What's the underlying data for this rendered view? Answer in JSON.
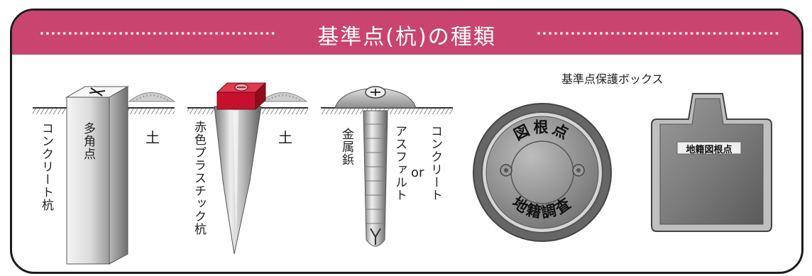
{
  "title": "基準点(杭)の種類",
  "labels": {
    "concrete_pile": "コンクリート杭",
    "polygon_point": "多角点",
    "soil_1": "土",
    "red_plastic_pile": "赤色プラスチック杭",
    "soil_2": "土",
    "metal_rivet": "金属鋲",
    "asphalt": "アスファルト",
    "or_text": "or",
    "concrete": "コンクリート",
    "protect_box_title": "基準点保護ボックス",
    "cover_top": "図根点",
    "cover_bottom": "地籍調査",
    "box_plate": "地籍図根点"
  },
  "colors": {
    "header": "#c9446f",
    "plastic_cap": "#c8102e",
    "frame": "#1c1c1c"
  }
}
